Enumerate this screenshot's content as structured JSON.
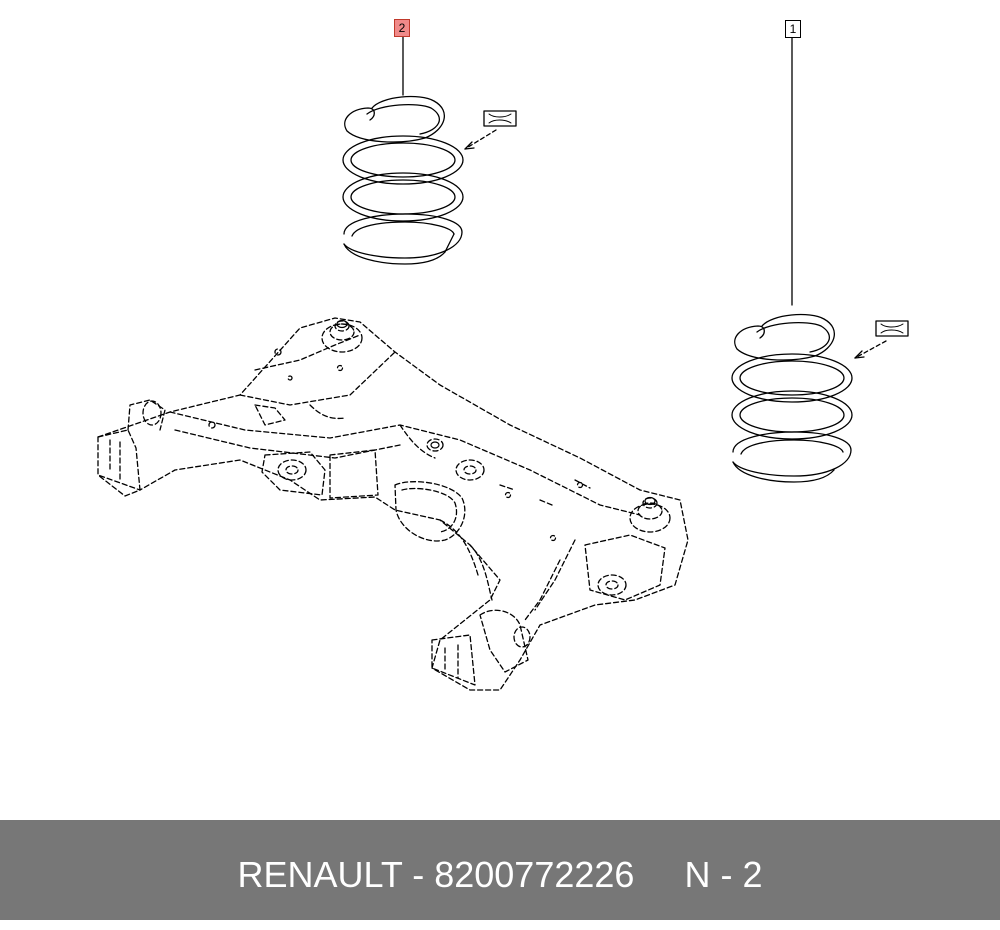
{
  "diagram": {
    "callouts": [
      {
        "id": "2",
        "label": "2",
        "highlighted": true,
        "part": "coil-spring"
      },
      {
        "id": "1",
        "label": "1",
        "highlighted": false,
        "part": "coil-spring"
      }
    ],
    "highlight_color": "#f08a8a"
  },
  "footer": {
    "brand": "RENAULT",
    "separator": " - ",
    "part_number": "8200772226",
    "gap": "     ",
    "ref_prefix": "N - ",
    "ref_number": "2",
    "background": "#777777",
    "text_color": "#ffffff"
  }
}
